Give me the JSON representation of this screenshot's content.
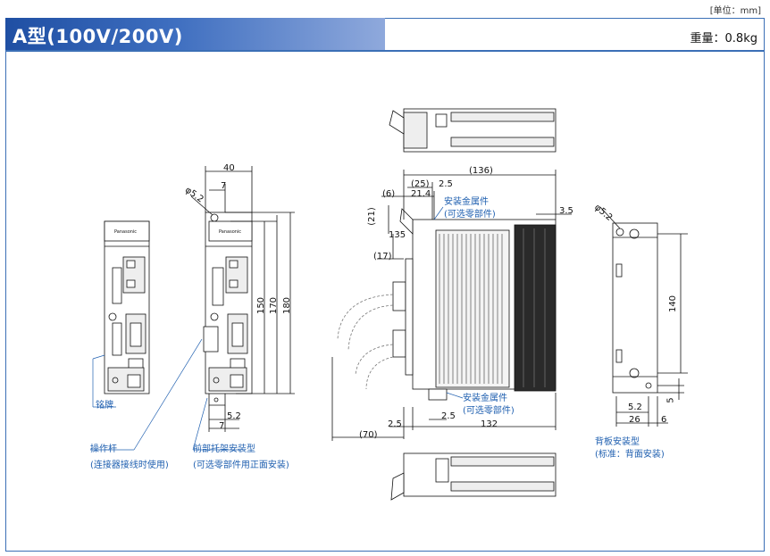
{
  "unit": "[单位：mm]",
  "title": "A型(100V/200V)",
  "weight": "重量：0.8kg",
  "brand": "Panasonic",
  "dims_front": {
    "w40": "40",
    "w7": "7",
    "phi": "φ5.2",
    "h150": "150",
    "h170": "170",
    "h180": "180",
    "b52": "5.2",
    "b7": "7"
  },
  "dims_side": {
    "w136": "(136)",
    "w25": "(25)",
    "w25b": "2.5",
    "w6": "(6)",
    "w214": "21.4",
    "w21": "(21)",
    "w135": "135",
    "w17": "(17)",
    "w35": "3.5",
    "b25": "2.5",
    "b25b": "2.5",
    "b132": "132",
    "b70": "(70)"
  },
  "dims_back": {
    "phi": "φ5.2",
    "h140": "140",
    "b52": "5.2",
    "b26": "26",
    "b6": "6",
    "b5": "5"
  },
  "labels": {
    "nameplate": "铭牌",
    "lever1": "操作杆",
    "lever2": "(连接器接线时使用)",
    "front1": "前部托架安装型",
    "front2": "(可选零部件用正面安装)",
    "bracket_top1": "安装金属件",
    "bracket_top2": "(可选零部件)",
    "bracket_bot1": "安装金属件",
    "bracket_bot2": "(可选零部件)",
    "back1": "背板安装型",
    "back2": "(标准：背面安装)"
  }
}
